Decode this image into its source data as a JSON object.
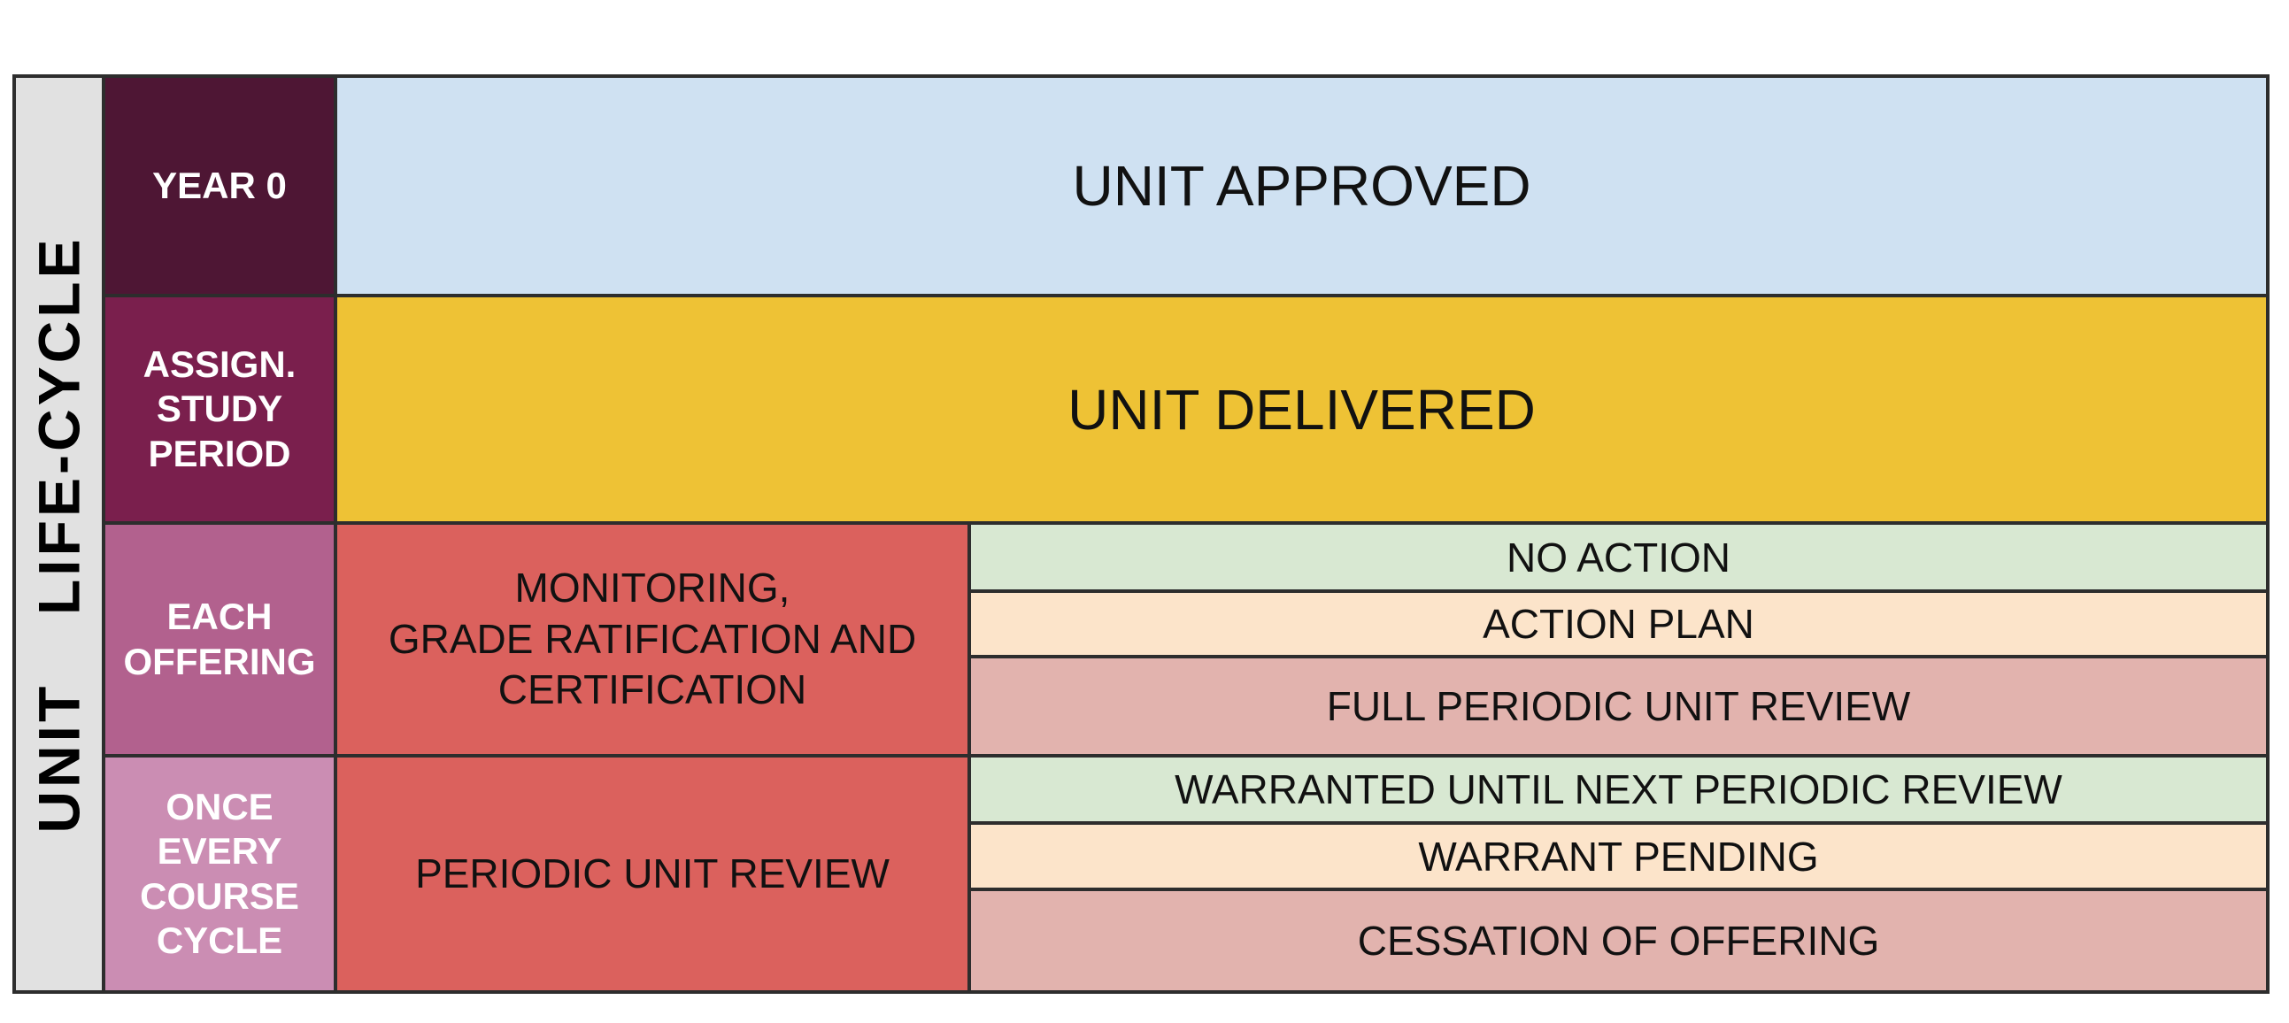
{
  "colors": {
    "grid_line": "#2d2d2d",
    "sidebar_bg": "#e1e1e1",
    "label_year0_bg": "#4e1634",
    "label_assign_bg": "#7a1f4d",
    "label_each_offering_bg": "#b2618e",
    "label_course_cycle_bg": "#cb8db3",
    "unit_approved_bg": "#cfe1f2",
    "unit_delivered_bg": "#eec235",
    "review_red_bg": "#db615d",
    "outcome_green_bg": "#d8e8d2",
    "outcome_peach_bg": "#fce4ca",
    "outcome_pink_bg": "#e2b3ae",
    "label_text": "#ffffff",
    "cell_text": "#111111",
    "sidebar_text": "#000000"
  },
  "sidebar": {
    "title": "UNIT  LIFE-CYCLE"
  },
  "rows": [
    {
      "label": "YEAR 0",
      "stage": "UNIT APPROVED"
    },
    {
      "label": "ASSIGN.\nSTUDY\nPERIOD",
      "stage": "UNIT DELIVERED"
    },
    {
      "label": "EACH\nOFFERING",
      "stage": "MONITORING,\nGRADE RATIFICATION AND\nCERTIFICATION",
      "outcomes": [
        "NO ACTION",
        "ACTION PLAN",
        "FULL PERIODIC UNIT REVIEW"
      ]
    },
    {
      "label": "ONCE\nEVERY\nCOURSE\nCYCLE",
      "stage": "PERIODIC UNIT REVIEW",
      "outcomes": [
        "WARRANTED UNTIL NEXT PERIODIC REVIEW",
        "WARRANT PENDING",
        "CESSATION OF OFFERING"
      ]
    }
  ]
}
